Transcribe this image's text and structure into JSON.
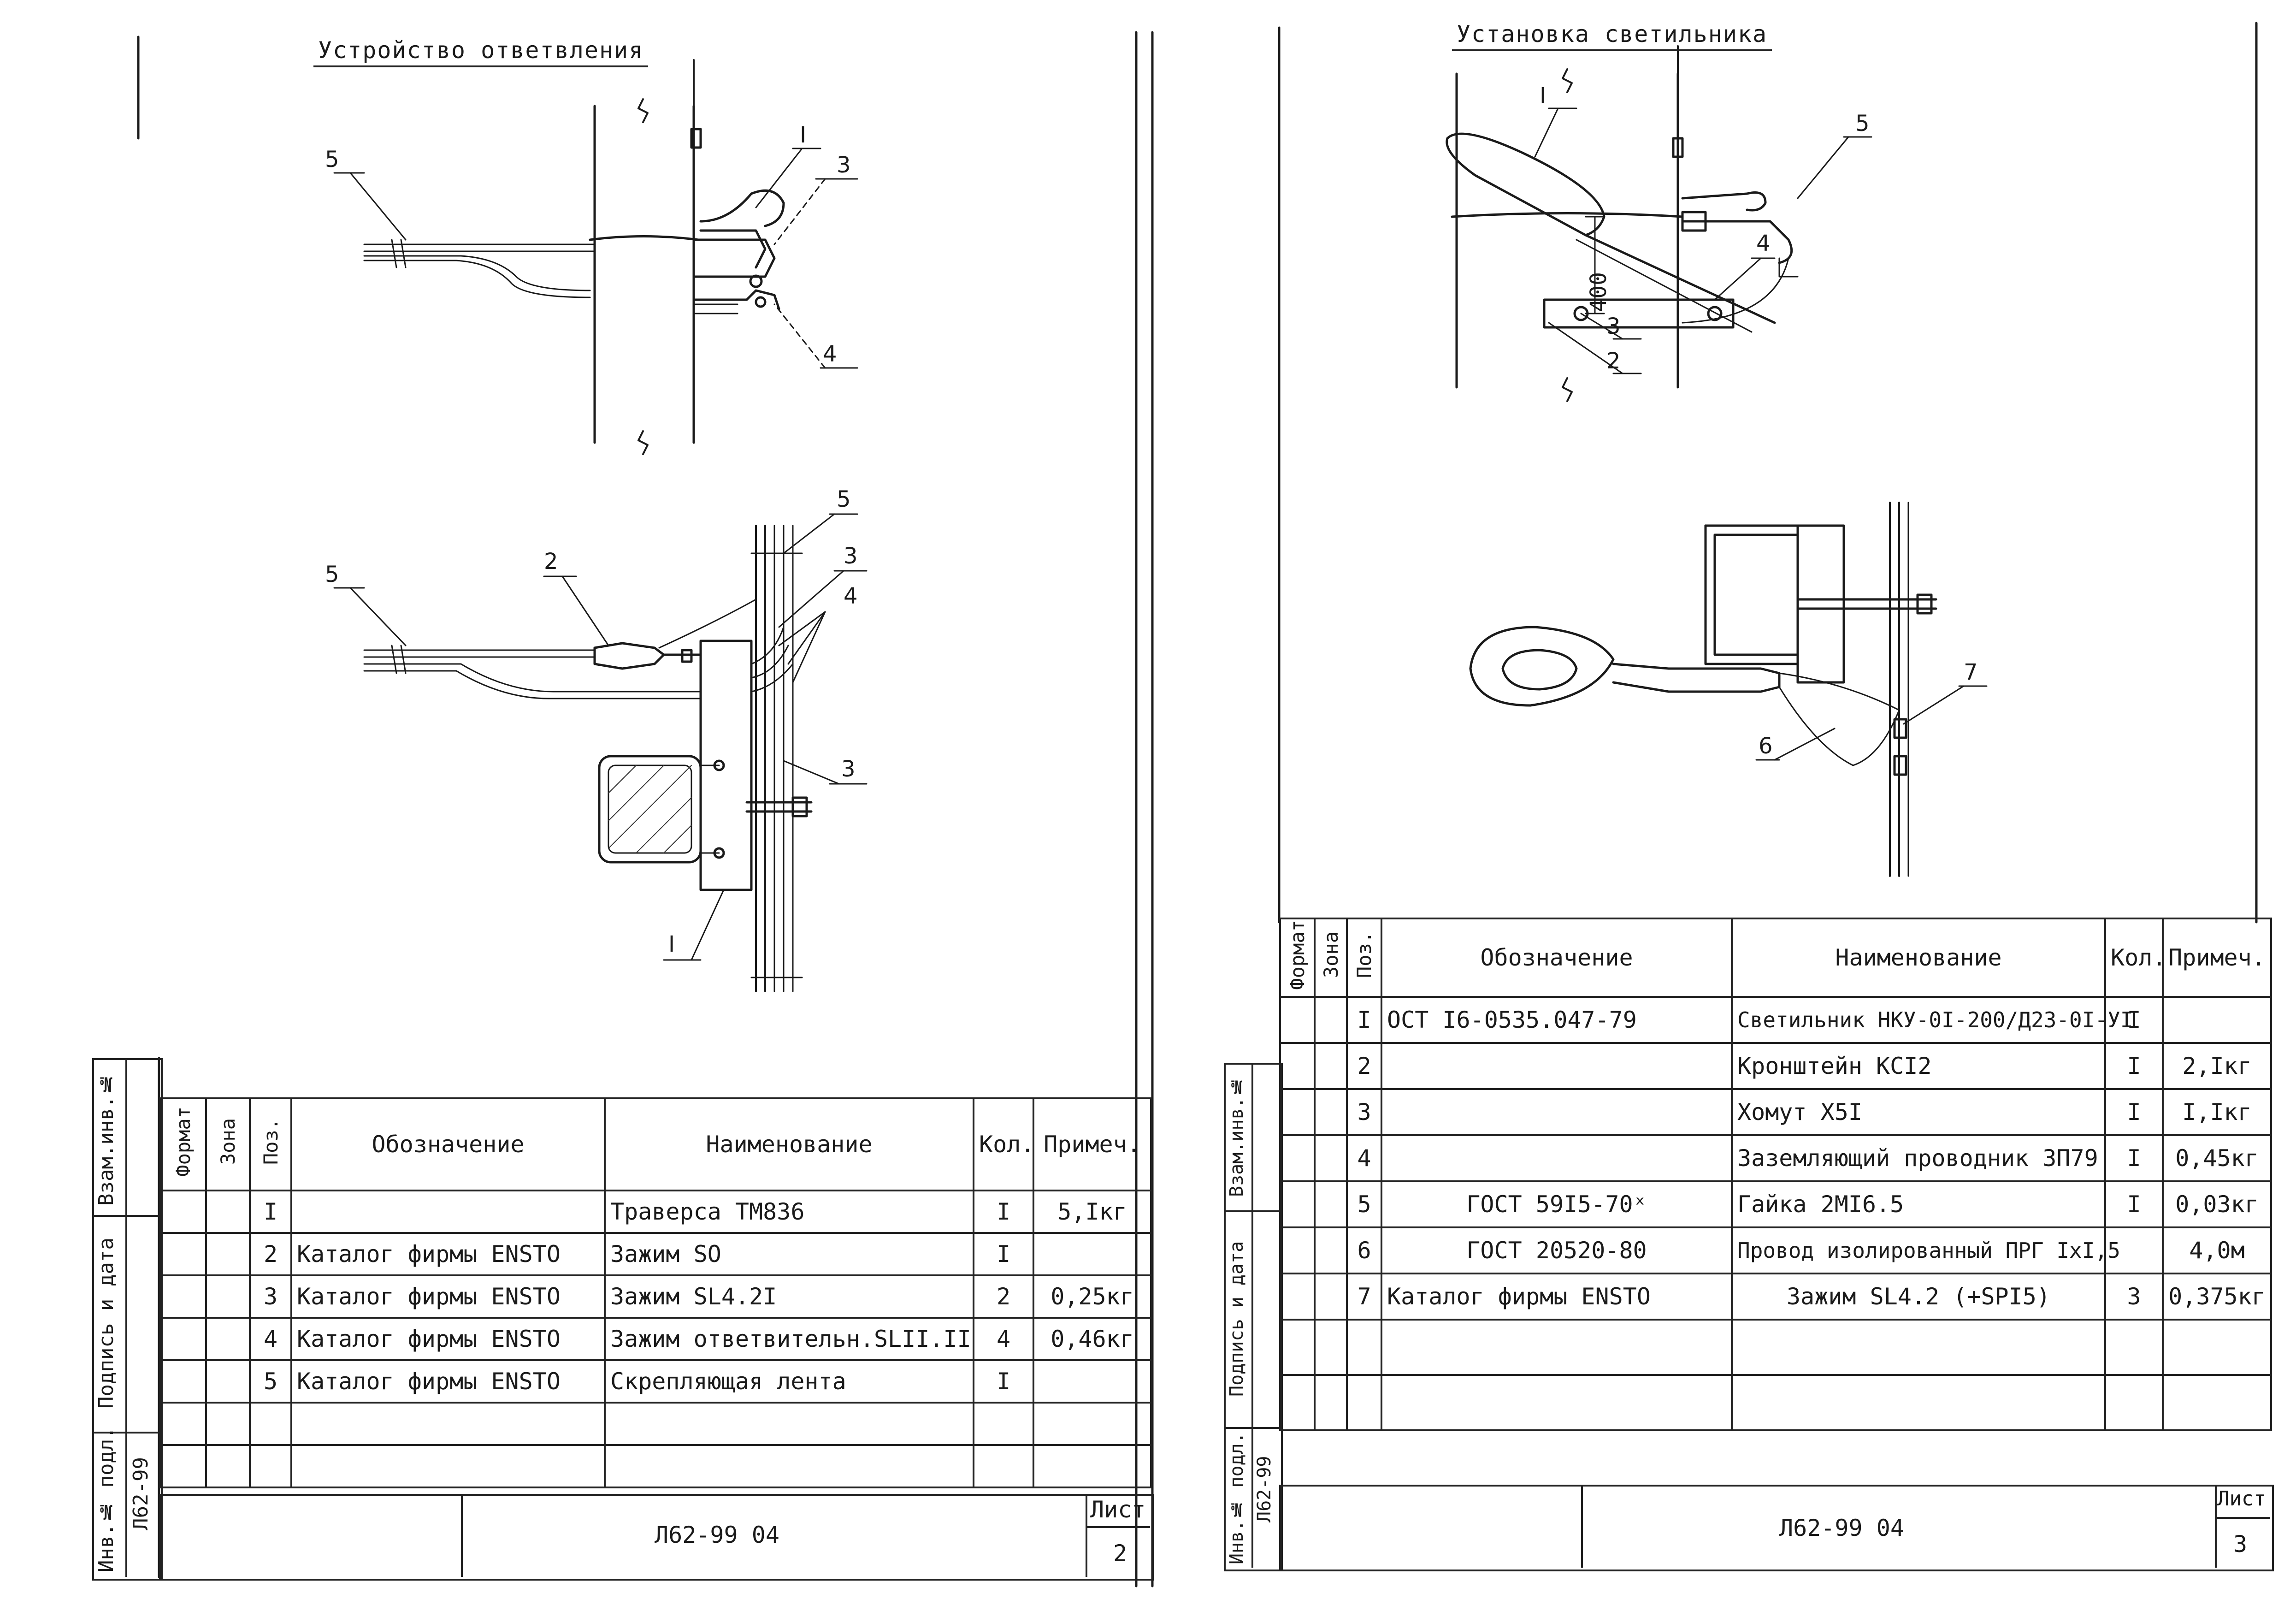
{
  "sheet_left": {
    "heading": "Устройство ответвления",
    "callouts_top": [
      "5",
      "I",
      "3",
      "4"
    ],
    "callouts_bottom": [
      "5",
      "2",
      "5",
      "3",
      "4",
      "3",
      "I"
    ],
    "table": {
      "headers": [
        "Формат",
        "Зона",
        "Поз.",
        "Обозначение",
        "Наименование",
        "Кол.",
        "Примеч."
      ],
      "rows": [
        {
          "pos": "I",
          "designation": "",
          "name": "Траверса ТМ836",
          "qty": "I",
          "note": "5,Iкг"
        },
        {
          "pos": "2",
          "designation": "Каталог фирмы ENSTO",
          "name": "Зажим SO",
          "qty": "I",
          "note": ""
        },
        {
          "pos": "3",
          "designation": "Каталог фирмы ENSTO",
          "name": "Зажим SL4.2I",
          "qty": "2",
          "note": "0,25кг"
        },
        {
          "pos": "4",
          "designation": "Каталог фирмы ENSTO",
          "name": "Зажим ответвительн.SLII.II",
          "qty": "4",
          "note": "0,46кг"
        },
        {
          "pos": "5",
          "designation": "Каталог фирмы ENSTO",
          "name": "Скрепляющая лента",
          "qty": "I",
          "note": ""
        }
      ]
    },
    "side_labels": [
      "Взам.инв.№",
      "Подпись и дата",
      "Инв.№ подл."
    ],
    "inv_number": "Л62-99",
    "doc_code": "Л62-99 04",
    "sheet_label": "Лист",
    "sheet_number": "2"
  },
  "sheet_right": {
    "heading": "Установка светильника",
    "dimension": "400",
    "callouts_top": [
      "I",
      "5",
      "4",
      "3",
      "2"
    ],
    "callouts_bottom": [
      "7",
      "6"
    ],
    "table": {
      "headers": [
        "Формат",
        "Зона",
        "Поз.",
        "Обозначение",
        "Наименование",
        "Кол.",
        "Примеч."
      ],
      "rows": [
        {
          "pos": "I",
          "designation": "ОСТ I6-0535.047-79",
          "name": "Светильник НКУ-0I-200/Д23-0I-УI",
          "qty": "I",
          "note": ""
        },
        {
          "pos": "2",
          "designation": "",
          "name": "Кронштейн КСI2",
          "qty": "I",
          "note": "2,Iкг"
        },
        {
          "pos": "3",
          "designation": "",
          "name": "Хомут Х5I",
          "qty": "I",
          "note": "I,Iкг"
        },
        {
          "pos": "4",
          "designation": "",
          "name": "Заземляющий проводник ЗП79",
          "qty": "I",
          "note": "0,45кг"
        },
        {
          "pos": "5",
          "designation": "ГОСТ 59I5-70ˣ",
          "name": "Гайка 2МI6.5",
          "qty": "I",
          "note": "0,03кг"
        },
        {
          "pos": "6",
          "designation": "ГОСТ 20520-80",
          "name": "Провод изолированный ПРГ IxI,5",
          "qty": "",
          "note": "4,0м"
        },
        {
          "pos": "7",
          "designation": "Каталог фирмы ENSTO",
          "name": "Зажим SL4.2 (+SPI5)",
          "qty": "3",
          "note": "0,375кг"
        }
      ]
    },
    "side_labels": [
      "Взам.инв.№",
      "Подпись и дата",
      "Инв.№ подл."
    ],
    "inv_number": "Л62-99",
    "doc_code": "Л62-99 04",
    "sheet_label": "Лист",
    "sheet_number": "3"
  },
  "colors": {
    "ink": "#1a1a1a",
    "paper": "#ffffff",
    "hatch": "#333333"
  }
}
